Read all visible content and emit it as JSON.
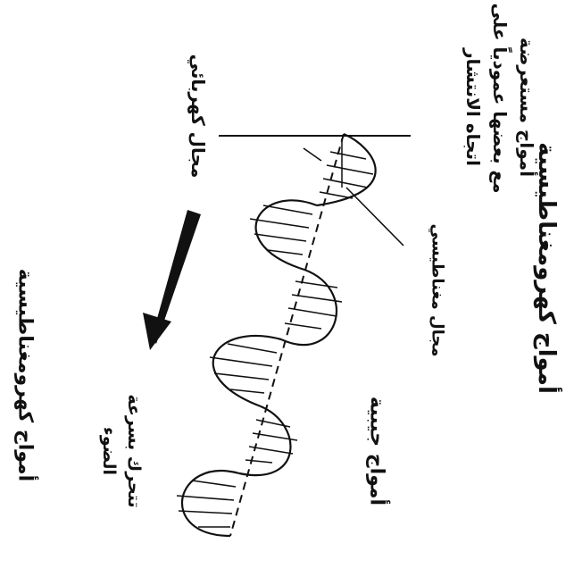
{
  "diagram": {
    "labels": {
      "electric_waves_title": "أمواج كهرومغناطيسية",
      "light_speed_line1": "تتحرك بسرعة",
      "light_speed_line2": "الضوء",
      "electric_field": "مجال كهربائي",
      "magnetic_field": "مجال مغناطيسي",
      "transverse_line1": "أمواج مستعرضة",
      "transverse_line2": "مع بعضها عمودياً على",
      "transverse_line3": "اتجاه الانتشار",
      "sine_waves": "أمواج جيبية"
    },
    "colors": {
      "ink": "#111111",
      "paper": "#ffffff"
    }
  }
}
